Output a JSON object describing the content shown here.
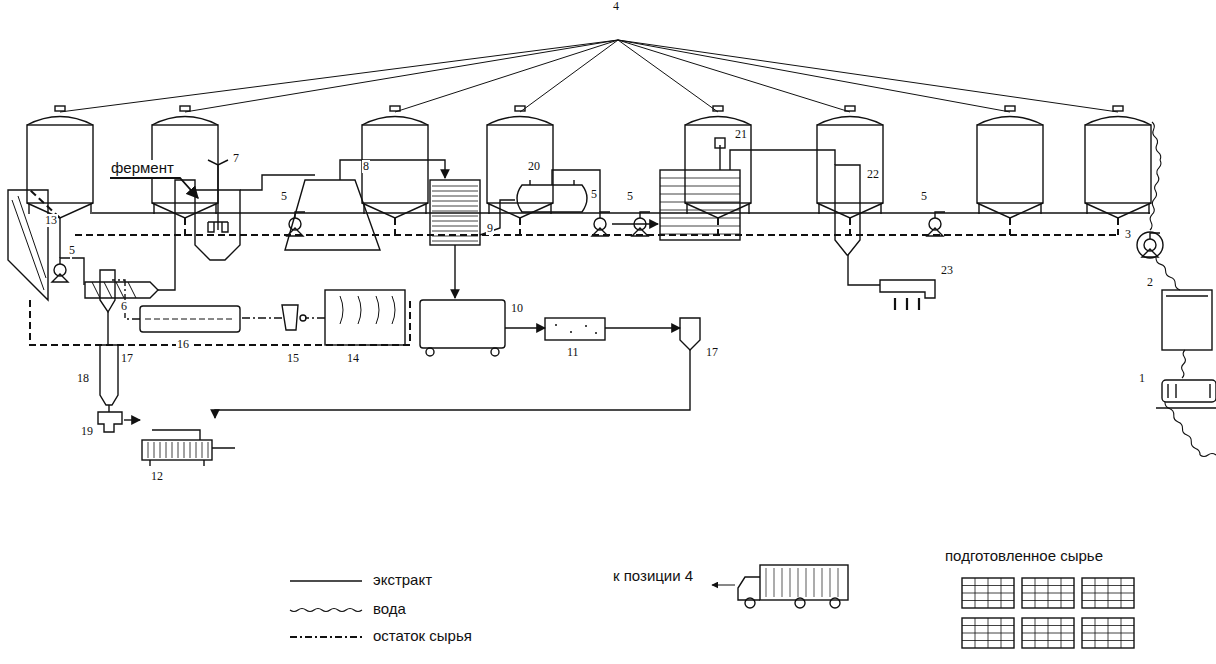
{
  "diagram": {
    "labels": [
      "4",
      "5",
      "5",
      "5",
      "3",
      "2",
      "1",
      "13",
      "фермент",
      "7",
      "5",
      "6",
      "8",
      "9",
      "20",
      "5",
      "21",
      "22",
      "23",
      "17",
      "16",
      "15",
      "14",
      "10",
      "11",
      "17",
      "18",
      "19",
      "12",
      "к позиции 4",
      "подготовленное сырье"
    ],
    "legend": [
      {
        "text": "экстракт"
      },
      {
        "text": "вода"
      },
      {
        "text": "остаток сырья"
      }
    ]
  }
}
